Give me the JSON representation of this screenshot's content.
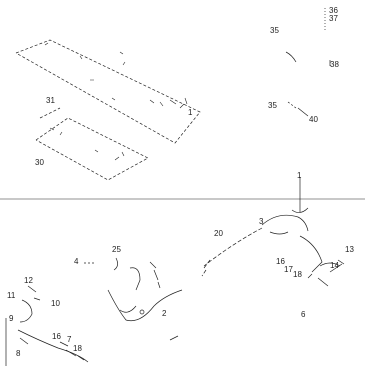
{
  "diagram": {
    "colors": {
      "ink": "#222222",
      "paper": "#ffffff"
    },
    "callouts": {
      "c36": "36",
      "c37": "37",
      "c35a": "35",
      "c38": "38",
      "c35b": "35",
      "c40": "40",
      "c31": "31",
      "c30": "30",
      "c1a": "1",
      "c1b": "1",
      "c3": "3",
      "c20": "20",
      "c13": "13",
      "c14": "14",
      "c16a": "16",
      "c17a": "17",
      "c18a": "18",
      "c6": "6",
      "c25": "25",
      "c4": "4",
      "c2": "2",
      "c12": "12",
      "c11": "11",
      "c10": "10",
      "c9": "9",
      "c16b": "16",
      "c17b": "7",
      "c18b": "18",
      "c8": "8"
    }
  }
}
